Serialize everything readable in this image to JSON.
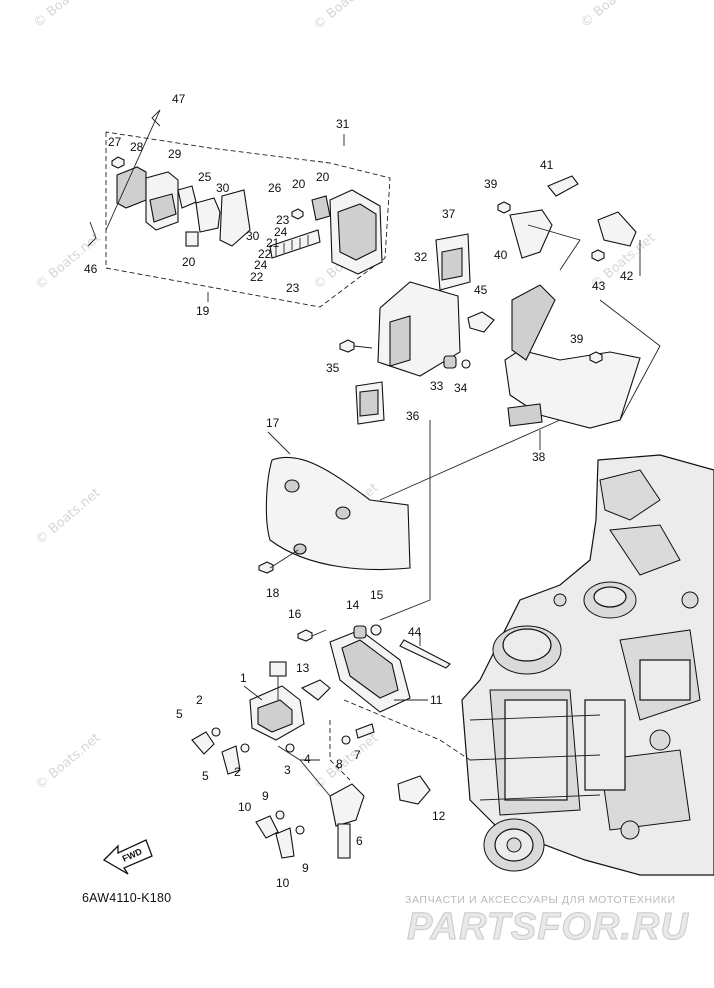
{
  "watermark": "© Boats.net",
  "diagram_code": "6AW4110-K180",
  "direction_badge": "FWD",
  "brand": {
    "tagline": "ЗАПЧАСТИ И АКСЕССУАРЫ ДЛЯ МОТОТЕХНИКИ",
    "logo": "PARTSFOR.RU"
  },
  "callouts": {
    "c1": "1",
    "c2a": "2",
    "c2b": "2",
    "c3": "3",
    "c4": "4",
    "c5a": "5",
    "c5b": "5",
    "c6": "6",
    "c7": "7",
    "c8": "8",
    "c9a": "9",
    "c9b": "9",
    "c10a": "10",
    "c10b": "10",
    "c11": "11",
    "c12": "12",
    "c13": "13",
    "c14": "14",
    "c15": "15",
    "c16": "16",
    "c17": "17",
    "c18": "18",
    "c19": "19",
    "c20a": "20",
    "c20b": "20",
    "c20c": "20",
    "c21": "21",
    "c22a": "22",
    "c22b": "22",
    "c23a": "23",
    "c23b": "23",
    "c24a": "24",
    "c24b": "24",
    "c25": "25",
    "c26": "26",
    "c27": "27",
    "c28": "28",
    "c29": "29",
    "c30a": "30",
    "c30b": "30",
    "c31": "31",
    "c32": "32",
    "c33": "33",
    "c34": "34",
    "c35": "35",
    "c36": "36",
    "c37": "37",
    "c38": "38",
    "c39a": "39",
    "c39b": "39",
    "c40": "40",
    "c41": "41",
    "c42": "42",
    "c43": "43",
    "c44": "44",
    "c45": "45",
    "c46": "46",
    "c47": "47"
  }
}
